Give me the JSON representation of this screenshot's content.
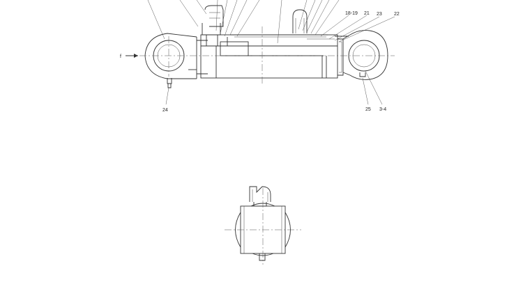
{
  "callouts": {
    "c18_19": "18-19",
    "c21": "21",
    "c23": "23",
    "c22": "22",
    "c24": "24",
    "c25": "25",
    "c3_4": "3-4",
    "direction_label": "f"
  }
}
